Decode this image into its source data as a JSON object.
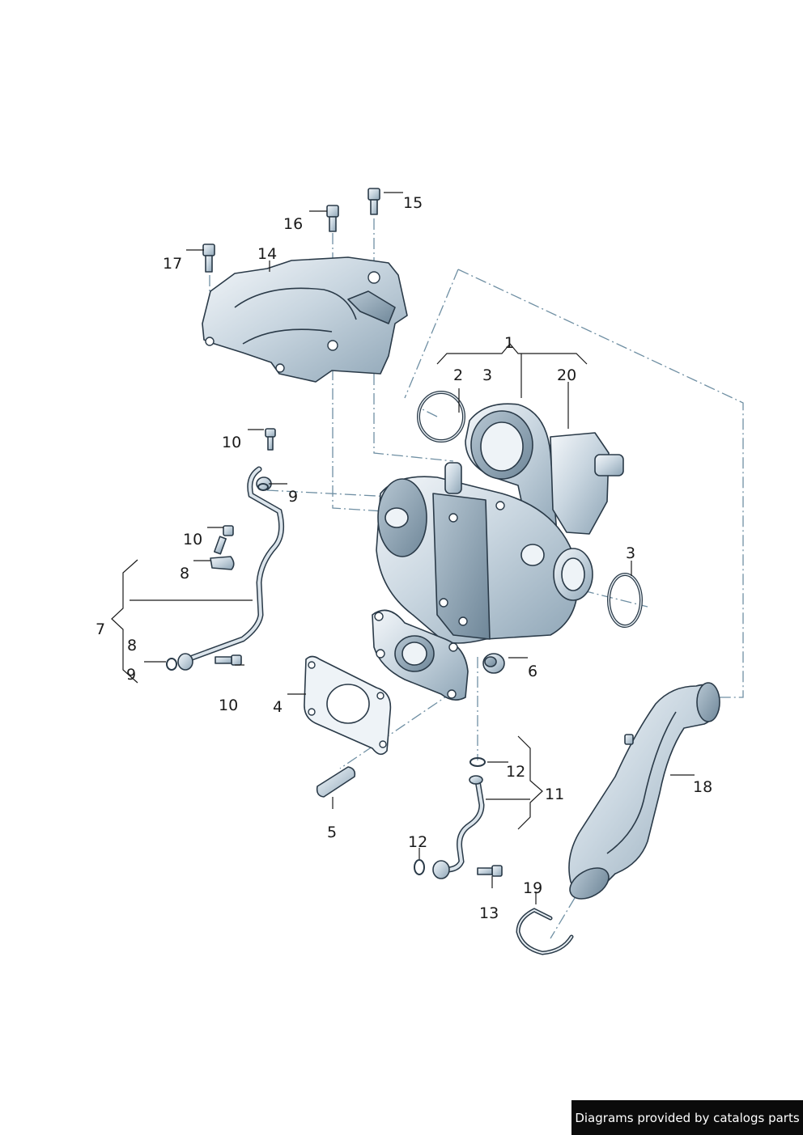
{
  "labels": {
    "l1": "1",
    "l2": "2",
    "l3a": "3",
    "l3b": "3",
    "l4": "4",
    "l5": "5",
    "l6": "6",
    "l7": "7",
    "l8a": "8",
    "l8b": "8",
    "l9a": "9",
    "l9b": "9",
    "l10a": "10",
    "l10b": "10",
    "l10c": "10",
    "l11": "11",
    "l12a": "12",
    "l12b": "12",
    "l13": "13",
    "l14": "14",
    "l15": "15",
    "l16": "16",
    "l17": "17",
    "l18": "18",
    "l19": "19",
    "l20": "20"
  },
  "footer": {
    "text": "Diagrams provided by catalogs parts"
  },
  "colors": {
    "part_fill": "#c9d6e0",
    "part_shadow": "#7f97a9",
    "outline": "#2a3a48",
    "dashed_line": "#6f8fa3"
  }
}
